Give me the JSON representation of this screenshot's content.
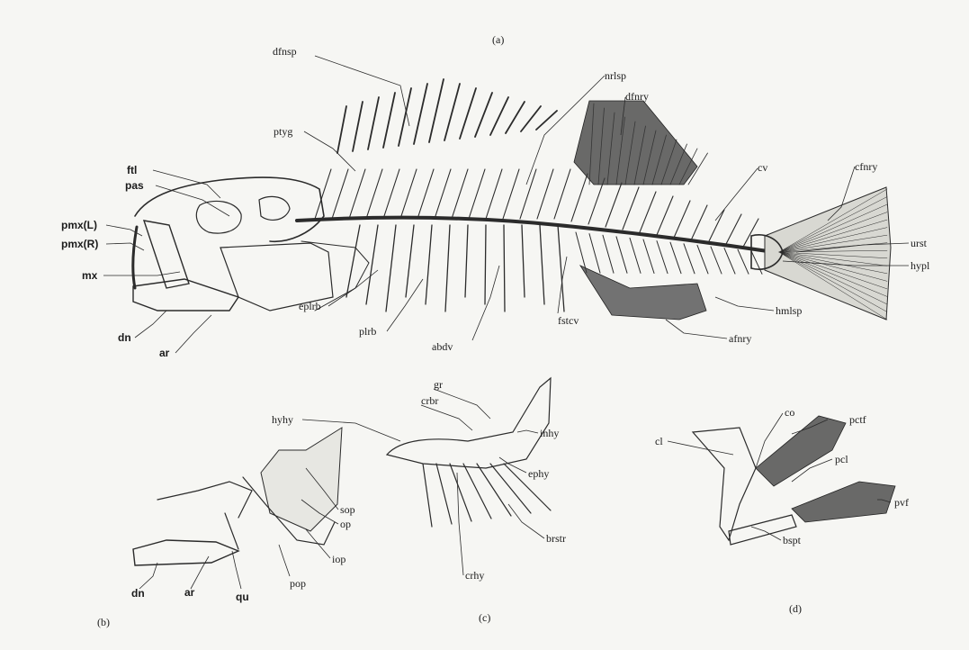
{
  "panels": {
    "a": {
      "caption": "(a)",
      "labels": {
        "dfnsp": "dfnsp",
        "nrlsp": "nrlsp",
        "dfnry": "dfnry",
        "ptyg": "ptyg",
        "ftl": "ftl",
        "pas": "pas",
        "pmx_l": "pmx(L)",
        "pmx_r": "pmx(R)",
        "mx": "mx",
        "dn": "dn",
        "ar": "ar",
        "cv": "cv",
        "cfnry": "cfnry",
        "urst": "urst",
        "hypl": "hypl",
        "hmlsp": "hmlsp",
        "afnry": "afnry",
        "fstcv": "fstcv",
        "abdv": "abdv",
        "plrb": "plrb",
        "eplrb": "eplrb"
      }
    },
    "b": {
      "caption": "(b)",
      "labels": {
        "hyhy": "hyhy",
        "sop": "sop",
        "op": "op",
        "iop": "iop",
        "pop": "pop",
        "qu": "qu",
        "ar": "ar",
        "dn": "dn"
      }
    },
    "c": {
      "caption": "(c)",
      "labels": {
        "gr": "gr",
        "crbr": "crbr",
        "inhy": "inhy",
        "ephy": "ephy",
        "brstr": "brstr",
        "crhy": "crhy"
      }
    },
    "d": {
      "caption": "(d)",
      "labels": {
        "co": "co",
        "cl": "cl",
        "pctf": "pctf",
        "pcl": "pcl",
        "pvf": "pvf",
        "bspt": "bspt"
      }
    }
  }
}
